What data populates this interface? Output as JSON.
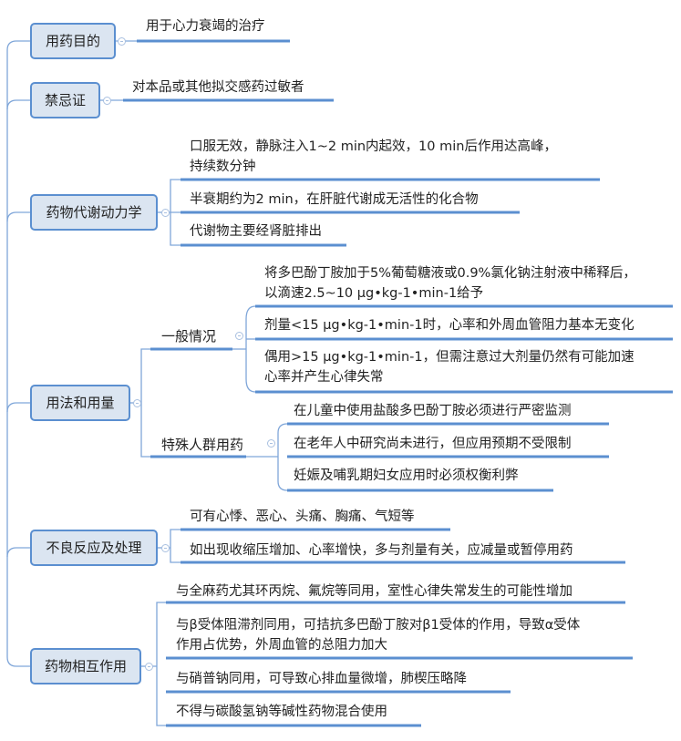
{
  "topics": [
    {
      "label": "用药目的",
      "leaves": [
        "用于心力衰竭的治疗"
      ]
    },
    {
      "label": "禁忌证",
      "leaves": [
        "对本品或其他拟交感药过敏者"
      ]
    },
    {
      "label": "药物代谢动力学",
      "leaves": [
        [
          "口服无效，静脉注入1~2 min内起效，10 min后作用达高峰，",
          "持续数分钟"
        ],
        "半衰期约为2 min，在肝脏代谢成无活性的化合物",
        "代谢物主要经肾脏排出"
      ]
    },
    {
      "label": "用法和用量",
      "subtopics": [
        {
          "label": "一般情况",
          "leaves": [
            [
              "将多巴酚丁胺加于5%葡萄糖液或0.9%氯化钠注射液中稀释后，",
              "以滴速2.5~10 μg•kg-1•min-1给予"
            ],
            "剂量<15 μg•kg-1•min-1时，心率和外周血管阻力基本无变化",
            [
              "偶用>15 μg•kg-1•min-1，但需注意过大剂量仍然有可能加速",
              "心率并产生心律失常"
            ]
          ]
        },
        {
          "label": "特殊人群用药",
          "leaves": [
            "在儿童中使用盐酸多巴酚丁胺必须进行严密监测",
            "在老年人中研究尚未进行，但应用预期不受限制",
            "妊娠及哺乳期妇女应用时必须权衡利弊"
          ]
        }
      ]
    },
    {
      "label": "不良反应及处理",
      "leaves": [
        "可有心悸、恶心、头痛、胸痛、气短等",
        "如出现收缩压增加、心率增快，多与剂量有关，应减量或暂停用药"
      ]
    },
    {
      "label": "药物相互作用",
      "leaves": [
        "与全麻药尤其环丙烷、氟烷等同用，室性心律失常发生的可能性增加",
        [
          "与β受体阻滞剂同用，可拮抗多巴酚丁胺对β1受体的作用，导致α受体",
          "作用占优势，外周血管的总阻力加大"
        ],
        "与硝普钠同用，可导致心排血量微增，肺楔压略降",
        "不得与碳酸氢钠等碱性药物混合使用"
      ]
    }
  ],
  "colors": {
    "line": "#5b8fd0",
    "topic_fill": "#dbe5f1",
    "connector": "#7fa6d9"
  }
}
